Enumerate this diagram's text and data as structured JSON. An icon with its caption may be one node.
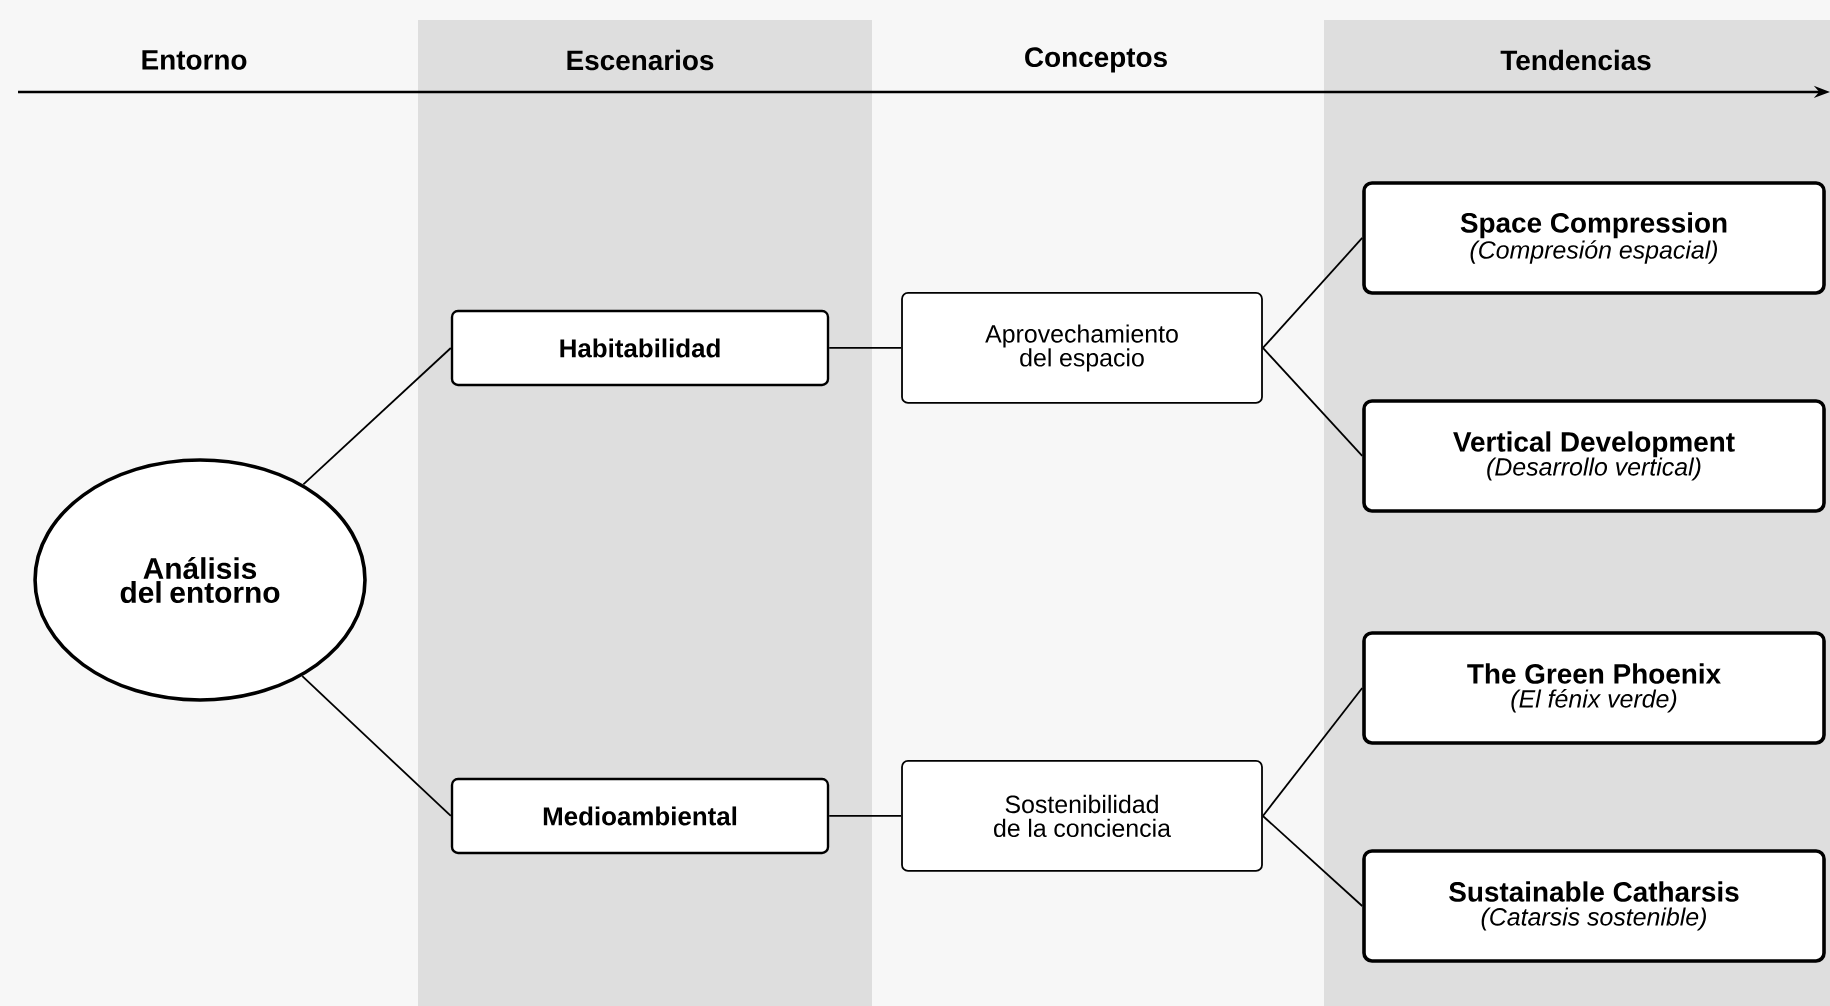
{
  "diagram": {
    "nodes": [
      {
        "text": [
          "Análisis del entorno"
        ]
      },
      {
        "text": [
          "Habitabilidad"
        ]
      },
      {
        "text": [
          "Medioambiental"
        ]
      },
      {
        "text": [
          "Aprovechamiento del espacio"
        ]
      },
      {
        "text": [
          "Sostenibilidad de la conciencia"
        ]
      },
      {
        "text": [
          "Space Compression",
          "(Compresión espacial)"
        ]
      },
      {
        "text": [
          "Vertical Development",
          "(Desarrollo vertical)"
        ]
      },
      {
        "text": [
          "The Green Phoenix",
          "(El fénix verde)"
        ]
      },
      {
        "text": [
          "Sustainable Catharsis",
          "(Catarsis sostenible)"
        ]
      }
    ],
    "edges": [
      {
        "from": 0,
        "to": 1,
        "arrow": "none"
      },
      {
        "from": 0,
        "to": 2,
        "arrow": "none"
      },
      {
        "from": 1,
        "to": 3,
        "arrow": "none"
      },
      {
        "from": 2,
        "to": 4,
        "arrow": "none"
      },
      {
        "from": 3,
        "to": 5,
        "arrow": "none"
      },
      {
        "from": 3,
        "to": 6,
        "arrow": "none"
      },
      {
        "from": 4,
        "to": 7,
        "arrow": "none"
      },
      {
        "from": 4,
        "to": 8,
        "arrow": "none"
      }
    ],
    "labels": [
      "Entorno",
      "Escenarios",
      "Conceptos",
      "Tendencias"
    ]
  }
}
